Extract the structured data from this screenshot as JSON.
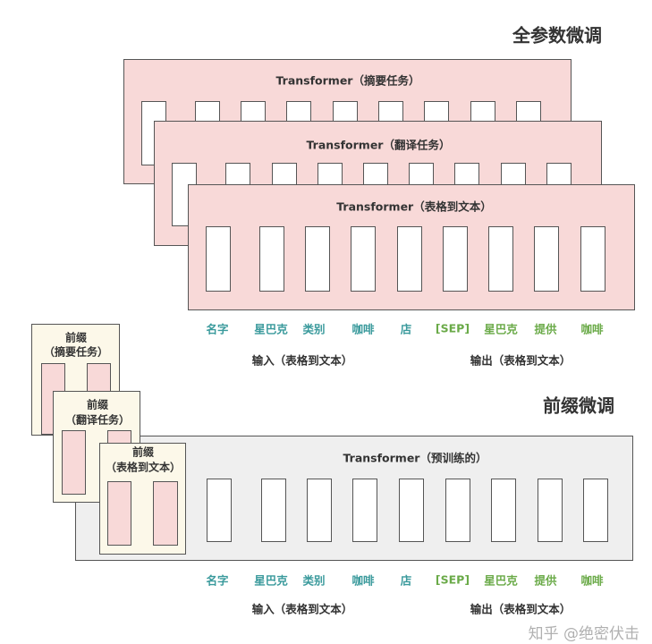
{
  "full_finetune": {
    "heading": "全参数微调",
    "models": [
      {
        "title": "Transformer（摘要任务）"
      },
      {
        "title": "Transformer（翻译任务）"
      },
      {
        "title": "Transformer（表格到文本）"
      }
    ],
    "input_tokens": [
      "名字",
      "星巴克",
      "类别",
      "咖啡",
      "店"
    ],
    "output_tokens": [
      "[SEP]",
      "星巴克",
      "提供",
      "咖啡"
    ],
    "input_label": "输入（表格到文本）",
    "output_label": "输出（表格到文本）"
  },
  "prefix_finetune": {
    "heading": "前缀微调",
    "model_title": "Transformer（预训练的）",
    "prefixes": [
      {
        "line1": "前缀",
        "line2": "（摘要任务）"
      },
      {
        "line1": "前缀",
        "line2": "（翻译任务）"
      },
      {
        "line1": "前缀",
        "line2": "（表格到文本）"
      }
    ],
    "input_tokens": [
      "名字",
      "星巴克",
      "类别",
      "咖啡",
      "店"
    ],
    "output_tokens": [
      "[SEP]",
      "星巴克",
      "提供",
      "咖啡"
    ],
    "input_label": "输入（表格到文本）",
    "output_label": "输出（表格到文本）"
  },
  "watermark": "知乎 @绝密伏击",
  "colors": {
    "input_token": "#3a9a9c",
    "output_token": "#6aaa48",
    "model_fill": "#f8d9d8",
    "prefix_fill": "#fcf8e9",
    "frozen_fill": "#efefef"
  }
}
